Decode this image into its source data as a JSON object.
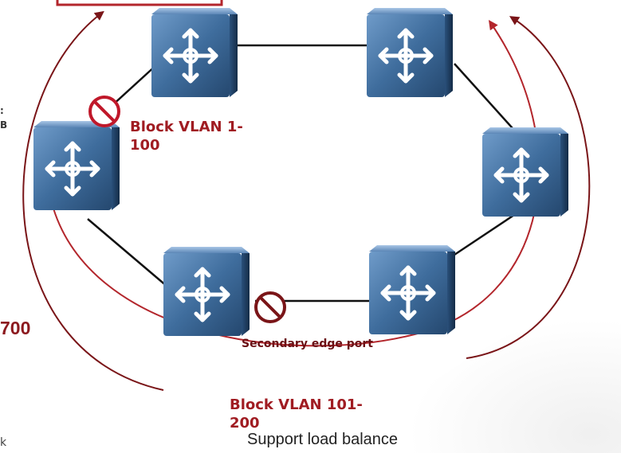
{
  "labels": {
    "block_vlan_1_100": "Block VLAN 1-\n100",
    "block_vlan_101_200": "Block VLAN 101-\n200",
    "secondary_edge_port": "Secondary edge port",
    "left_value": "700",
    "left_fragment_b": "B",
    "left_fragment_dot": ":",
    "left_fragment_k": "k"
  },
  "caption": "Support load balance",
  "colors": {
    "ring_line": "#111111",
    "arc_red": "#b3262c",
    "arc_dark": "#7a1518",
    "block_symbol": "#c0182a",
    "block_symbol_dark": "#7a1518",
    "switch_face": "#3d6a9a",
    "switch_side": "#1f3f63"
  },
  "icons": {
    "switch": "l2-switch-icon",
    "blocked_port": "blocked-port-icon"
  }
}
